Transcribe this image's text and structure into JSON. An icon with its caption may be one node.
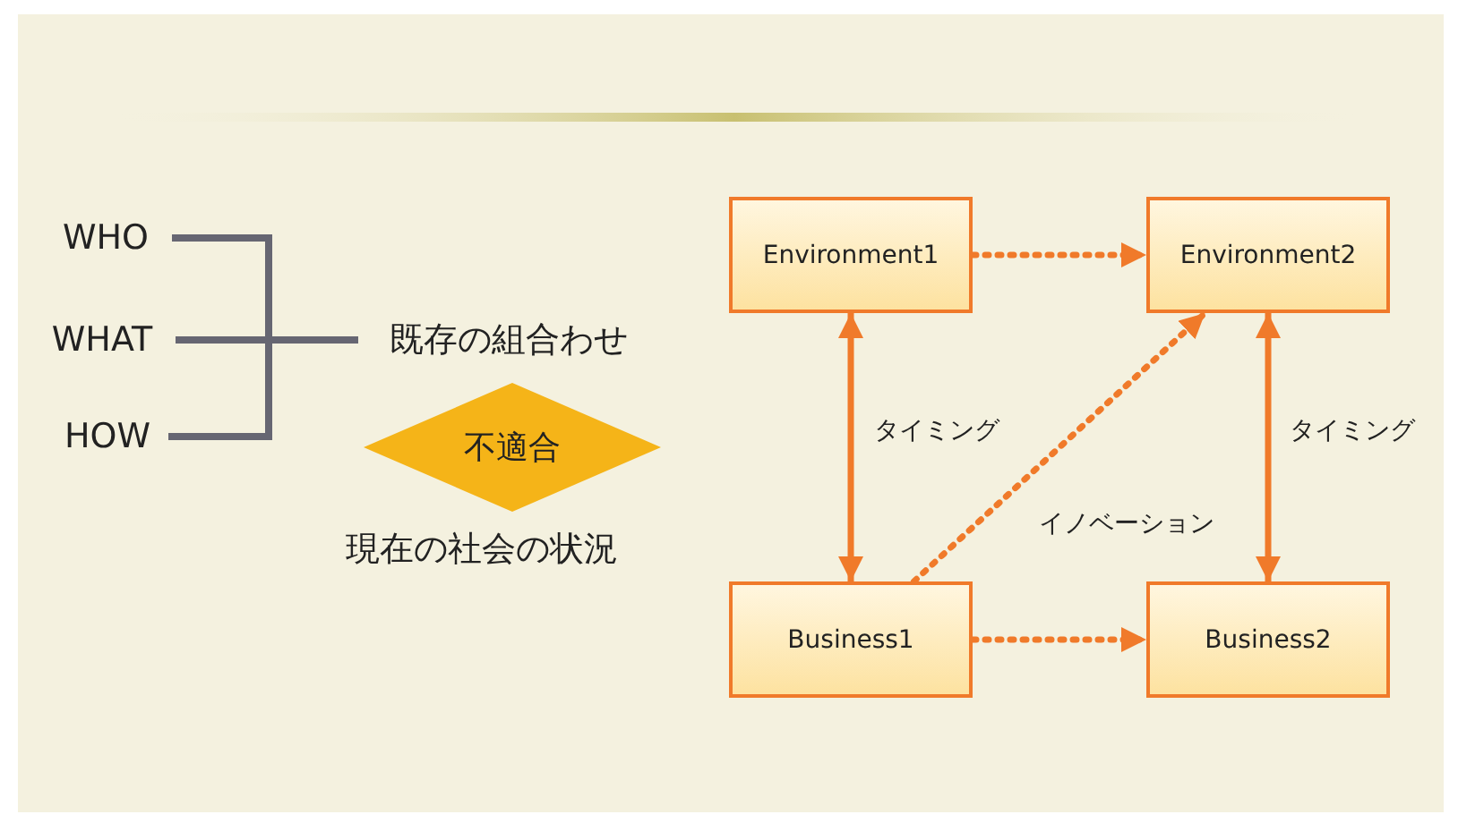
{
  "diagram": {
    "nodes": [
      {
        "text": [
          "WHO"
        ]
      },
      {
        "text": [
          "WHAT"
        ]
      },
      {
        "text": [
          "HOW"
        ]
      },
      {
        "text": [
          "既存の組合わせ"
        ]
      },
      {
        "text": [
          "不適合"
        ]
      },
      {
        "text": [
          "Environment1"
        ]
      },
      {
        "text": [
          "Environment2"
        ]
      },
      {
        "text": [
          "Business1"
        ]
      },
      {
        "text": [
          "Business2"
        ]
      }
    ],
    "edges": [
      {
        "from": 0,
        "to": 3,
        "arrow": "none",
        "color": "#666672"
      },
      {
        "from": 1,
        "to": 3,
        "arrow": "none",
        "color": "#666672"
      },
      {
        "from": 2,
        "to": 3,
        "arrow": "none",
        "color": "#666672"
      },
      {
        "from": 5,
        "to": 6,
        "arrow": "to",
        "style": "dashed"
      },
      {
        "from": 5,
        "to": 7,
        "arrow": "both",
        "label": "タイミング"
      },
      {
        "from": 7,
        "to": 6,
        "arrow": "to",
        "style": "dashed",
        "label": "イノベーション"
      },
      {
        "from": 6,
        "to": 8,
        "arrow": "both",
        "label": "タイミング"
      },
      {
        "from": 7,
        "to": 8,
        "arrow": "to",
        "style": "dashed"
      }
    ],
    "labels": [
      "現在の社会の状況"
    ]
  }
}
